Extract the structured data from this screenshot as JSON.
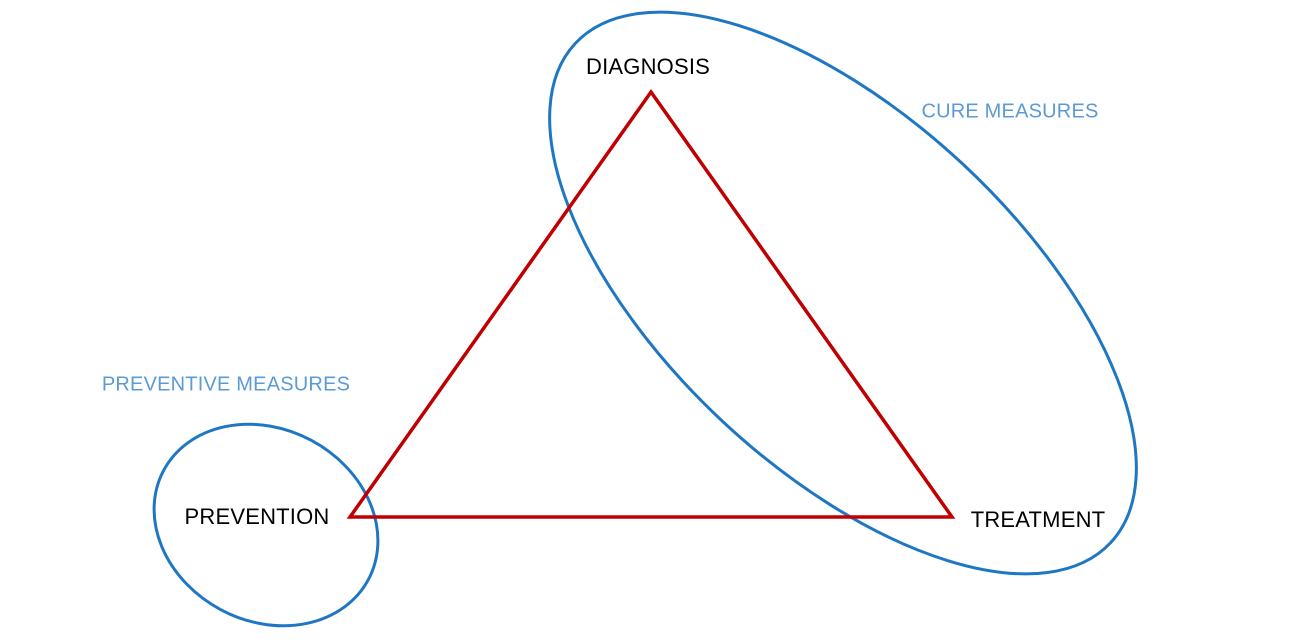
{
  "nodes": {
    "diagnosis": "DIAGNOSIS",
    "prevention": "PREVENTION",
    "treatment": "TREATMENT"
  },
  "groups": {
    "cure": "CURE MEASURES",
    "preventive": "PREVENTIVE MEASURES"
  },
  "colors": {
    "triangle": "#c00000",
    "ellipse": "#1f77c4",
    "group_label": "#5b9bd5",
    "node_label": "#000000"
  }
}
